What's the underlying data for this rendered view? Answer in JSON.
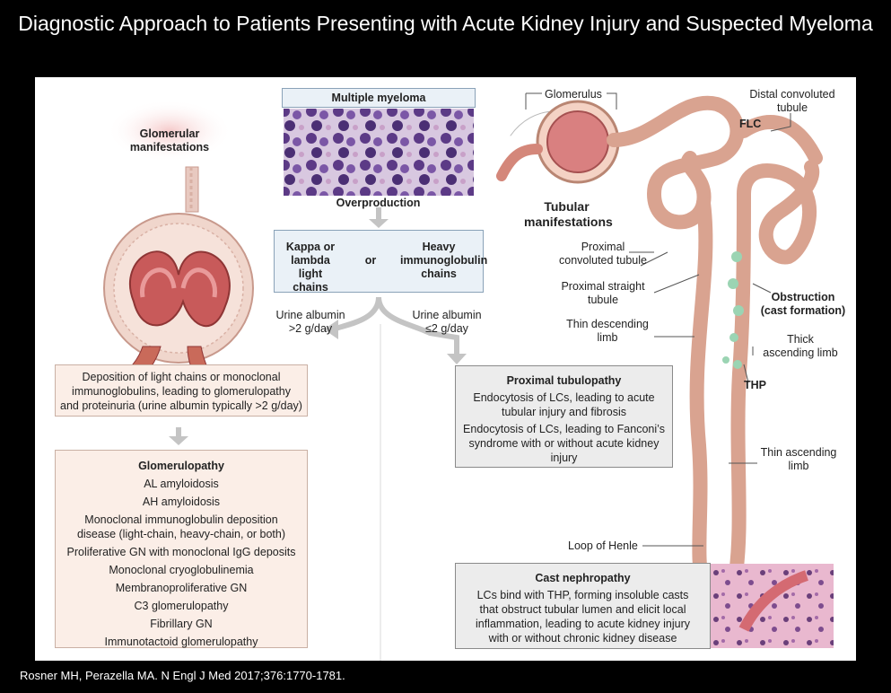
{
  "title": "Diagnostic Approach to Patients Presenting with Acute Kidney Injury and Suspected Myeloma",
  "citation": "Rosner MH, Perazella MA. N Engl J Med 2017;376:1770-1781.",
  "glomerular_label": "Glomerular manifestations",
  "myeloma": {
    "title": "Multiple myeloma",
    "overproduction": "Overproduction"
  },
  "chains": {
    "kappa": "Kappa or lambda light chains",
    "or": "or",
    "heavy": "Heavy immunoglobulin chains"
  },
  "left_branch": {
    "label_1": "Urine albumin",
    "label_2": ">2 g/day"
  },
  "right_branch": {
    "label_1": "Urine albumin",
    "label_2": "≤2 g/day"
  },
  "deposition_box": [
    "Deposition of light chains or monoclonal",
    "immunoglobulins, leading to glomerulopathy",
    "and proteinuria (urine albumin typically >2 g/day)"
  ],
  "glomerulopathy": {
    "heading": "Glomerulopathy",
    "items": [
      "AL amyloidosis",
      "AH amyloidosis",
      "Monoclonal immunoglobulin deposition",
      "disease (light-chain, heavy-chain, or both)",
      "Proliferative GN with monoclonal IgG deposits",
      "Monoclonal cryoglobulinemia",
      "Membranoproliferative GN",
      "C3 glomerulopathy",
      "Fibrillary GN",
      "Immunotactoid glomerulopathy"
    ]
  },
  "proximal": {
    "heading": "Proximal tubulopathy",
    "lines": [
      "Endocytosis of LCs, leading to acute",
      "tubular injury and fibrosis",
      "Endocytosis of LCs, leading to Fanconi’s",
      "syndrome with or without acute kidney",
      "injury"
    ]
  },
  "cast": {
    "heading": "Cast nephropathy",
    "lines": [
      "LCs bind with THP, forming insoluble casts",
      "that obstruct tubular lumen and elicit local",
      "inflammation, leading to acute kidney injury",
      "with or without chronic kidney disease"
    ]
  },
  "nephron_labels": {
    "glomerulus": "Glomerulus",
    "distal": "Distal convoluted tubule",
    "flc": "FLC",
    "tubular": "Tubular manifestations",
    "proximal_convoluted": "Proximal convoluted tubule",
    "proximal_straight": "Proximal straight tubule",
    "thin_descending": "Thin descending limb",
    "obstruction": "Obstruction (cast formation)",
    "thick_ascending": "Thick ascending limb",
    "thp": "THP",
    "thin_ascending": "Thin ascending limb",
    "loop": "Loop of Henle"
  },
  "colors": {
    "tubule": "#d9a390",
    "tubule_dark": "#a86a57",
    "glom": "#c85a5a",
    "arrow": "#c4c4c4",
    "cast": "#9bd4b3"
  }
}
